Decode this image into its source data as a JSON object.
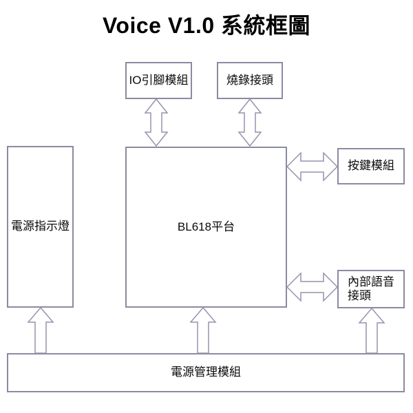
{
  "title": "Voice V1.0 系統框圖",
  "colors": {
    "box_outline": "#8a8aa2",
    "arrow_outline": "#9494ae",
    "text": "#000000",
    "background": "#ffffff"
  },
  "nodes": {
    "io_pin_module": {
      "label": "IO引腳模組"
    },
    "burn_connector": {
      "label": "燒錄接頭"
    },
    "power_indicator": {
      "label": "電源指示燈"
    },
    "bl618_platform": {
      "label": "BL618平台"
    },
    "button_module": {
      "label": "按鍵模組"
    },
    "internal_voice_connector": {
      "label": "內部語音接頭"
    },
    "power_management": {
      "label": "電源管理模組"
    }
  },
  "connections": [
    {
      "from": "IO引腳模組",
      "to": "BL618平台",
      "type": "bidirectional-vertical"
    },
    {
      "from": "燒錄接頭",
      "to": "BL618平台",
      "type": "bidirectional-vertical"
    },
    {
      "from": "BL618平台",
      "to": "按鍵模組",
      "type": "bidirectional-horizontal"
    },
    {
      "from": "BL618平台",
      "to": "內部語音接頭",
      "type": "bidirectional-horizontal"
    },
    {
      "from": "電源管理模組",
      "to": "電源指示燈",
      "type": "arrow-up"
    },
    {
      "from": "電源管理模組",
      "to": "BL618平台",
      "type": "arrow-up"
    },
    {
      "from": "電源管理模組",
      "to": "內部語音接頭",
      "type": "arrow-up"
    }
  ]
}
